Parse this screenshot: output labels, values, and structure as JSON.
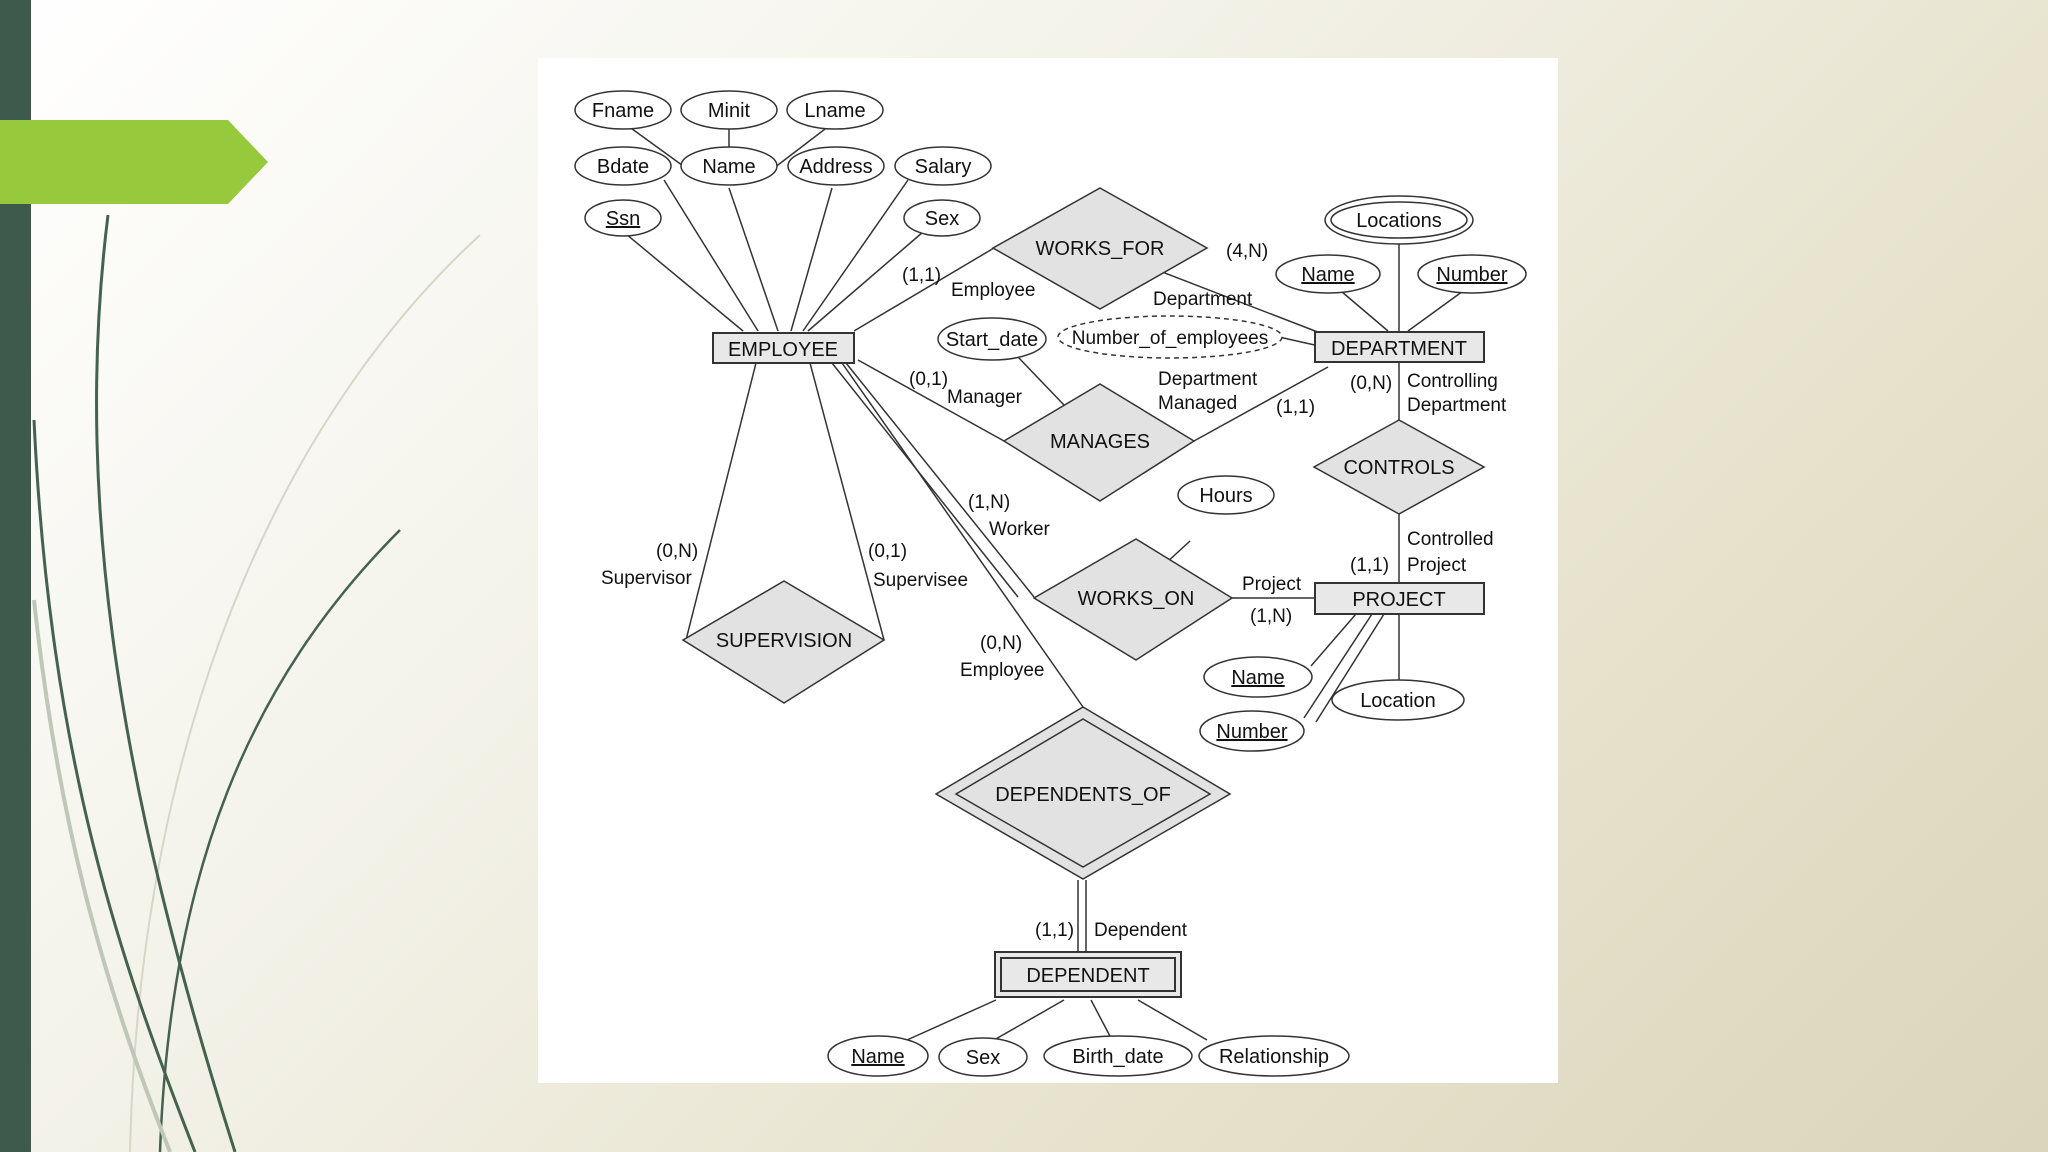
{
  "entities": {
    "employee": "EMPLOYEE",
    "department": "DEPARTMENT",
    "project": "PROJECT",
    "dependent": "DEPENDENT"
  },
  "relationships": {
    "works_for": "WORKS_FOR",
    "manages": "MANAGES",
    "controls": "CONTROLS",
    "works_on": "WORKS_ON",
    "supervision": "SUPERVISION",
    "dependents_of": "DEPENDENTS_OF"
  },
  "attributes": {
    "employee": {
      "fname": "Fname",
      "minit": "Minit",
      "lname": "Lname",
      "bdate": "Bdate",
      "name": "Name",
      "address": "Address",
      "salary": "Salary",
      "ssn": "Ssn",
      "sex": "Sex"
    },
    "department": {
      "locations": "Locations",
      "name": "Name",
      "number": "Number"
    },
    "works_for": {
      "number_of_employees": "Number_of_employees"
    },
    "manages": {
      "start_date": "Start_date"
    },
    "works_on": {
      "hours": "Hours"
    },
    "project": {
      "name": "Name",
      "number": "Number",
      "location": "Location"
    },
    "dependent": {
      "name": "Name",
      "sex": "Sex",
      "birth_date": "Birth_date",
      "relationship": "Relationship"
    }
  },
  "labels": {
    "works_for_card_employee": "(1,1)",
    "works_for_role_employee": "Employee",
    "works_for_card_department": "(4,N)",
    "works_for_role_department": "Department",
    "manages_card_manager": "(0,1)",
    "manages_role_manager": "Manager",
    "manages_role_department_line1": "Department",
    "manages_role_department_line2": "Managed",
    "manages_card_department": "(1,1)",
    "controls_card_department": "(0,N)",
    "controls_role_department_line1": "Controlling",
    "controls_role_department_line2": "Department",
    "controls_role_project_line1": "Controlled",
    "controls_role_project_line2": "Project",
    "controls_card_project": "(1,1)",
    "works_on_card_worker": "(1,N)",
    "works_on_role_worker": "Worker",
    "works_on_role_project": "Project",
    "works_on_card_project": "(1,N)",
    "supervision_card_supervisor": "(0,N)",
    "supervision_role_supervisor": "Supervisor",
    "supervision_card_supervisee": "(0,1)",
    "supervision_role_supervisee": "Supervisee",
    "dependents_of_card_employee": "(0,N)",
    "dependents_of_role_employee": "Employee",
    "dependents_of_card_dependent": "(1,1)",
    "dependents_of_role_dependent": "Dependent"
  },
  "colors": {
    "left_bar": "#3e5a4d",
    "arrow": "#97c93d",
    "entity_fill": "#e8e8e8",
    "relationship_fill": "#e2e2e2"
  }
}
